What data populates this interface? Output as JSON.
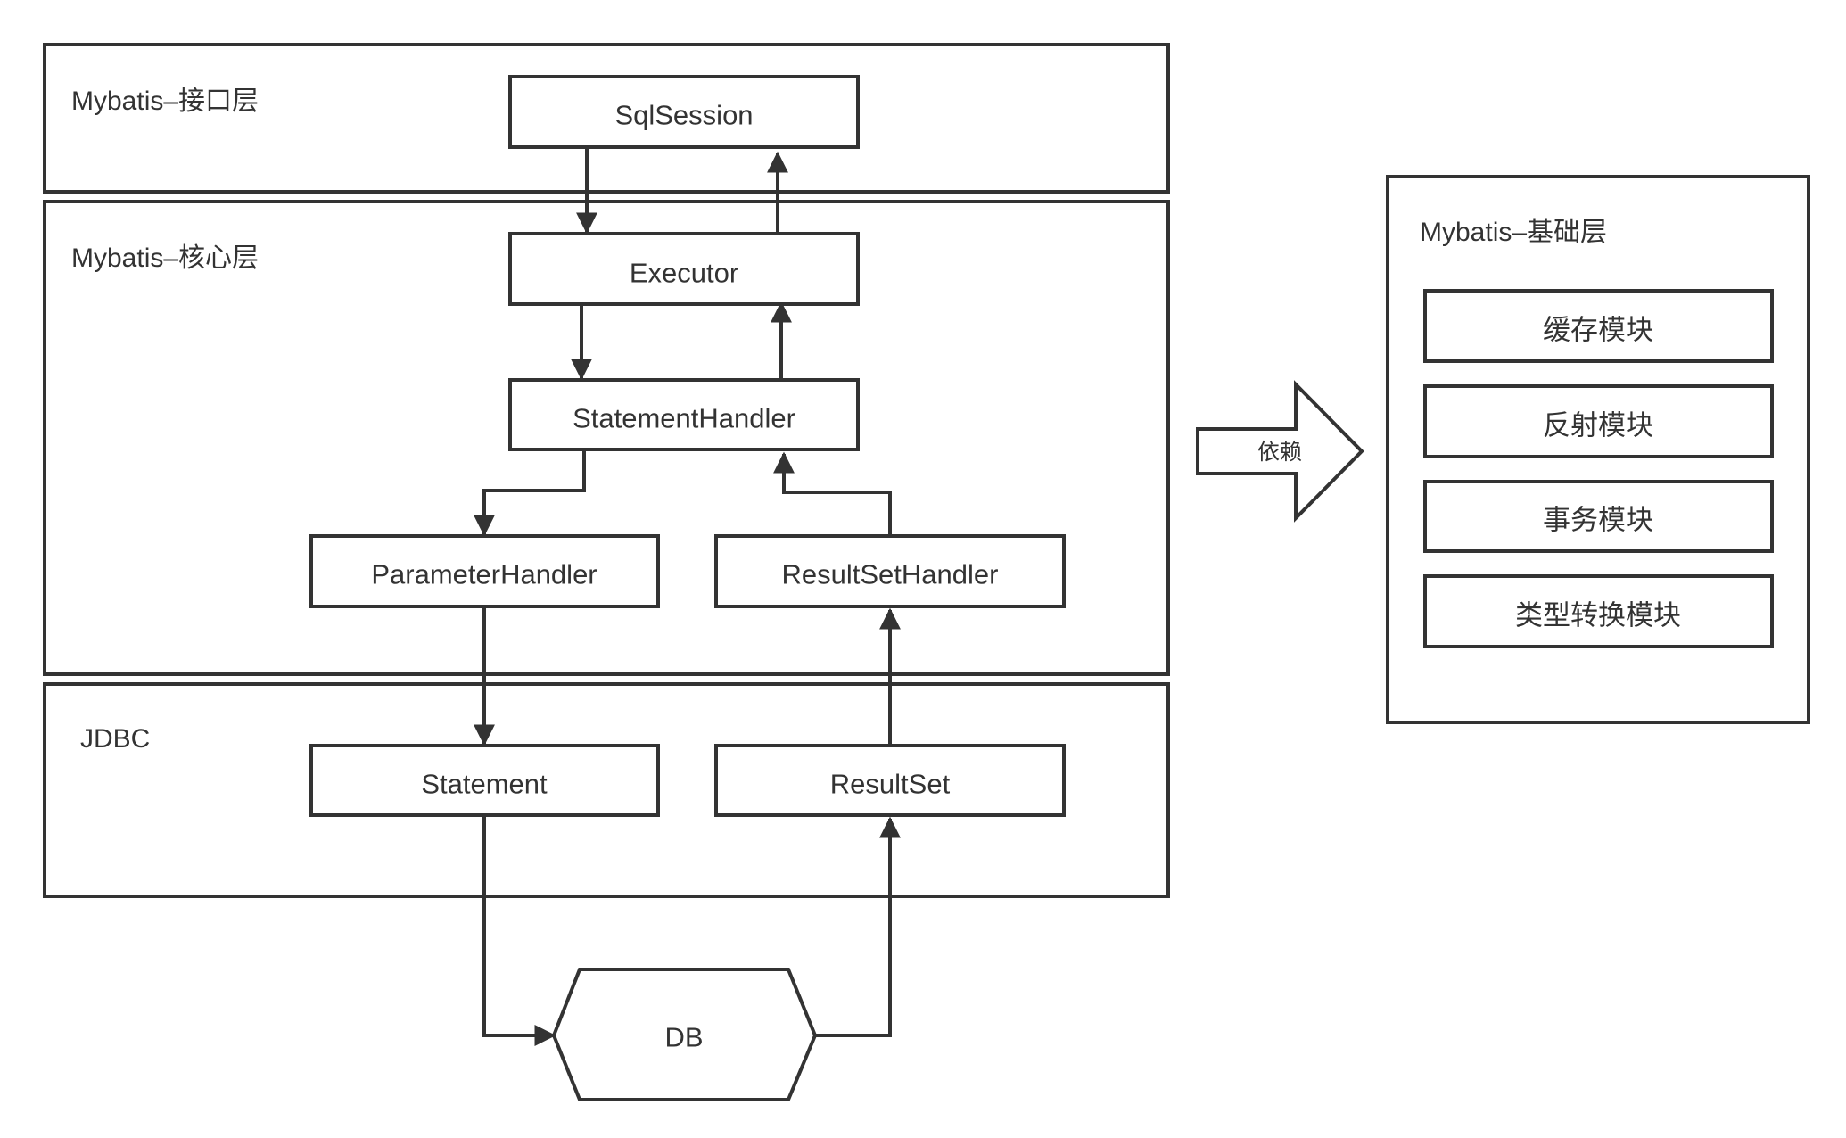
{
  "layers": {
    "interface": {
      "label": "Mybatis–接口层"
    },
    "core": {
      "label": "Mybatis–核心层"
    },
    "jdbc": {
      "label": "JDBC"
    },
    "foundation": {
      "label": "Mybatis–基础层"
    }
  },
  "nodes": {
    "sqlsession": "SqlSession",
    "executor": "Executor",
    "statement_handler": "StatementHandler",
    "parameter_handler": "ParameterHandler",
    "resultset_handler": "ResultSetHandler",
    "statement": "Statement",
    "resultset": "ResultSet",
    "db": "DB"
  },
  "dependency_arrow": {
    "label": "依赖"
  },
  "foundation_modules": [
    "缓存模块",
    "反射模块",
    "事务模块",
    "类型转换模块"
  ],
  "colors": {
    "stroke": "#333333",
    "background": "#ffffff",
    "text": "#333333"
  }
}
